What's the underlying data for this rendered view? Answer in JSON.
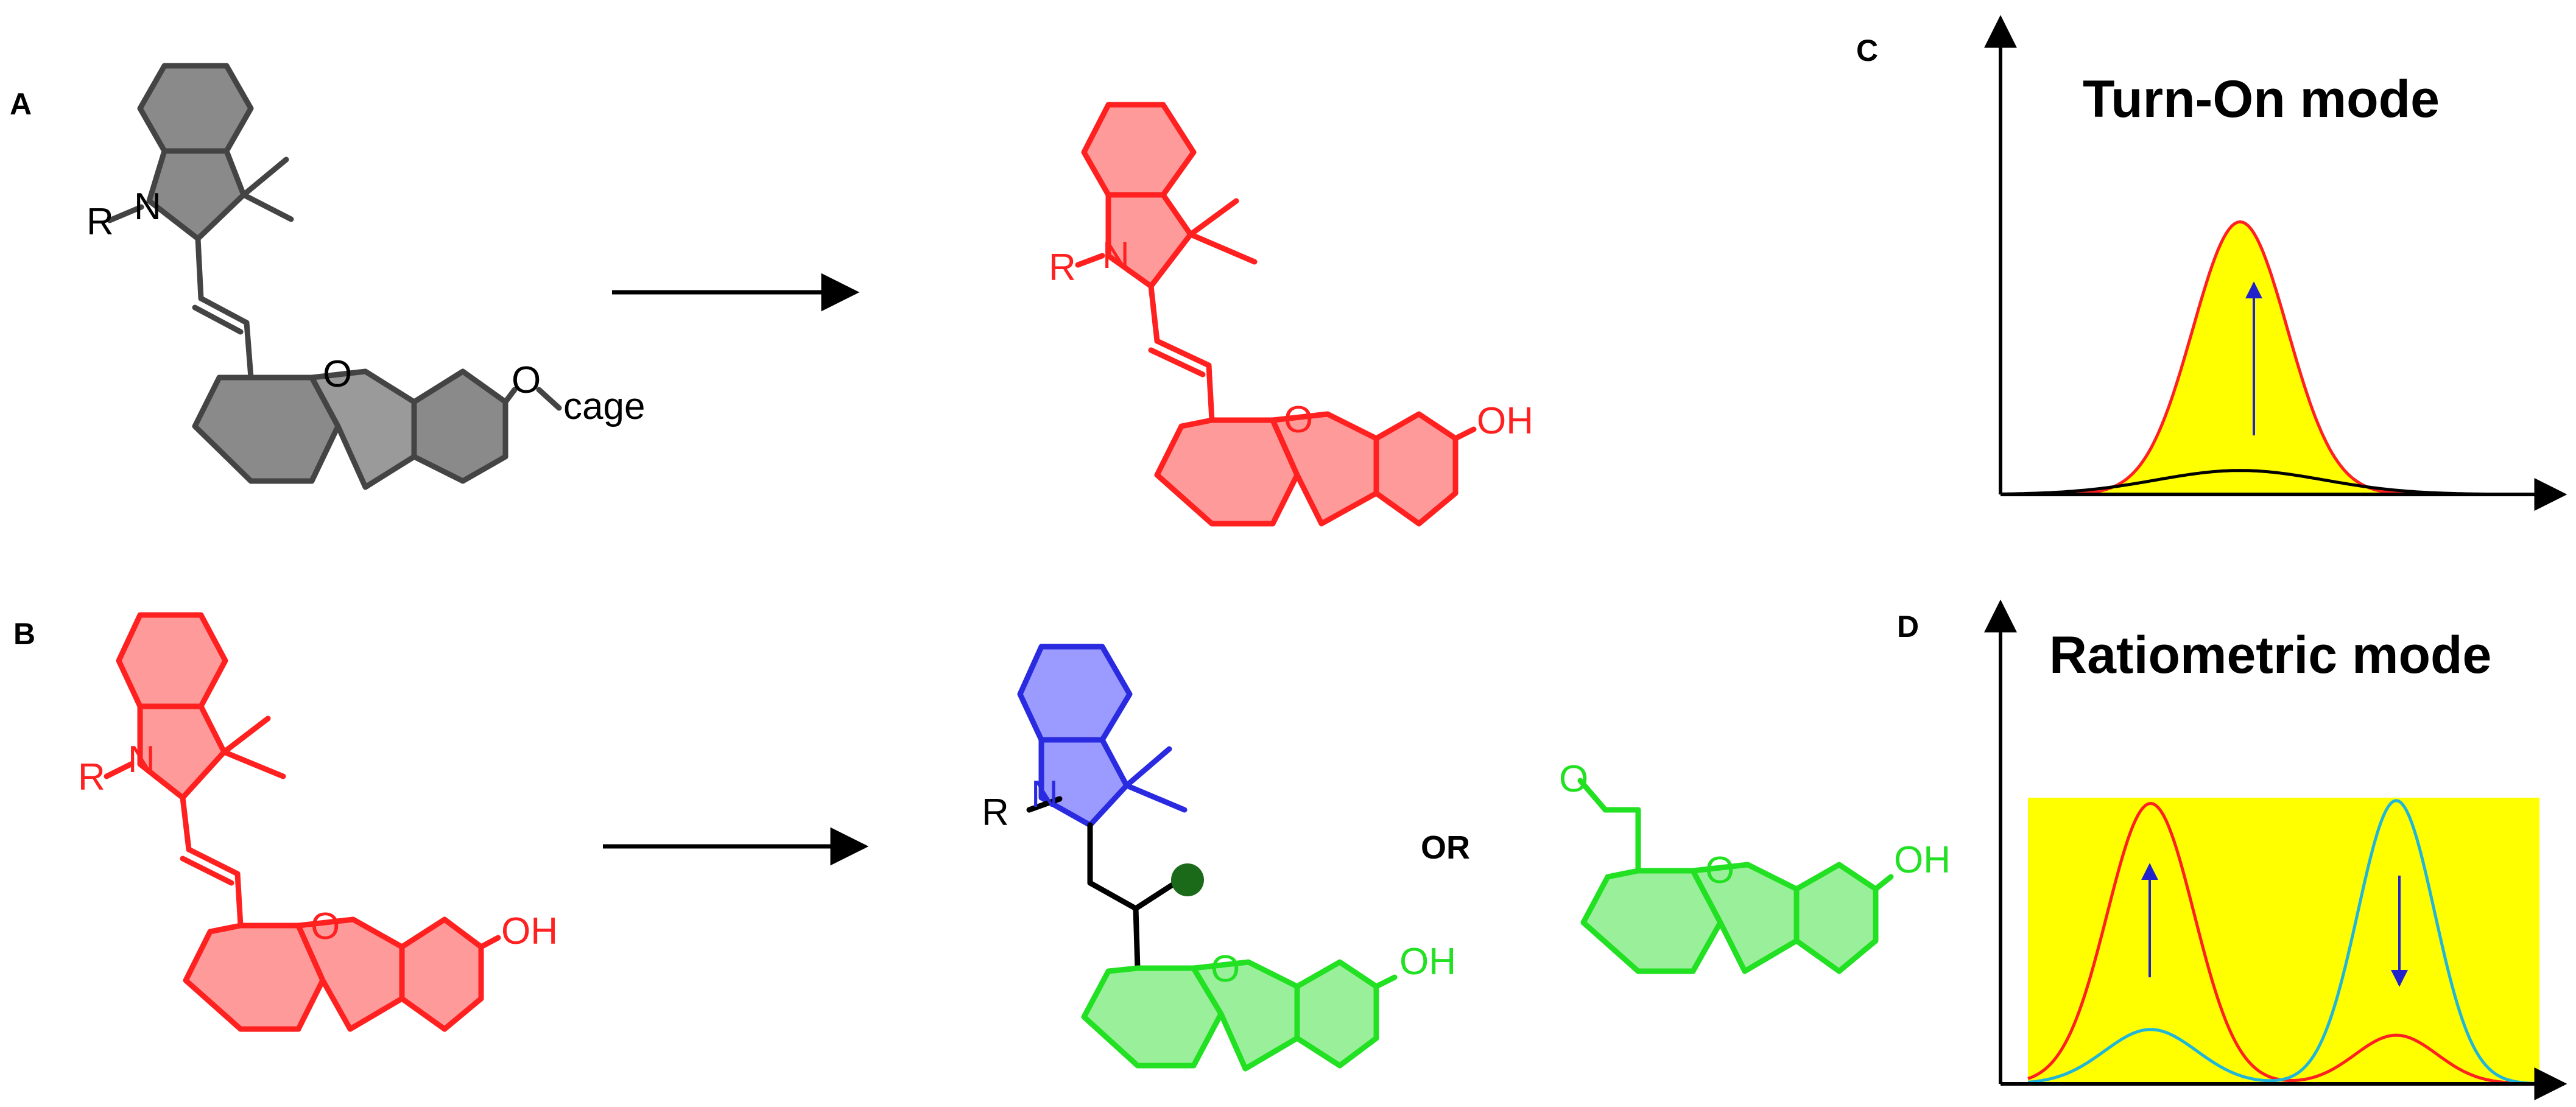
{
  "colors": {
    "gray": "#444444",
    "red": "#ff2020",
    "blue": "#2a2ae0",
    "green": "#22e022",
    "dark_green": "#1a6a1a",
    "black": "#000000",
    "yellow": "#ffff00",
    "cyan": "#21b5d8",
    "arrow_blue": "#2222cc"
  },
  "icons": {
    "reaction_arrow": "right-arrow",
    "signal_up": "up-arrow",
    "signal_down": "down-arrow",
    "grafted_group": "filled-circle"
  },
  "panels": {
    "A": {
      "letter": "A",
      "substituent_R": "R",
      "nitrogen": "N",
      "ring_oxygen": "O",
      "ether_oxygen": "O",
      "cage_label": "cage",
      "product_R": "R",
      "product_N": "N",
      "product_ring_O": "O",
      "product_OH": "OH"
    },
    "B": {
      "letter": "B",
      "reactant_R": "R",
      "reactant_N": "N",
      "reactant_ring_O": "O",
      "reactant_OH": "OH",
      "product_R": "R",
      "product_N": "N",
      "product_ring_O": "O",
      "product_OH": "OH",
      "or_label": "OR",
      "aldehyde_O": "O",
      "aldehyde_ring_O": "O",
      "aldehyde_OH": "OH"
    },
    "C": {
      "letter": "C",
      "title": "Turn-On mode"
    },
    "D": {
      "letter": "D",
      "title": "Ratiometric mode"
    }
  },
  "chart_data": [
    {
      "type": "line",
      "panel": "C",
      "title": "Turn-On mode",
      "xlabel": "",
      "ylabel": "",
      "fill": "yellow under red curve",
      "series": [
        {
          "color": "red",
          "shape": "gaussian",
          "peak_x": 0.43,
          "peak_y": 0.91,
          "width": 0.085
        },
        {
          "color": "black",
          "shape": "gaussian",
          "peak_x": 0.43,
          "peak_y": 0.08,
          "width": 0.15
        }
      ],
      "annotation": "arrow up at peak"
    },
    {
      "type": "line",
      "panel": "D",
      "title": "Ratiometric mode",
      "xlabel": "",
      "ylabel": "",
      "fill": "yellow rectangle background",
      "series": [
        {
          "color": "red",
          "peaks": [
            {
              "x": 0.24,
              "y": 0.98,
              "w": 0.085
            },
            {
              "x": 0.72,
              "y": 0.17,
              "w": 0.08
            }
          ]
        },
        {
          "color": "cyan",
          "peaks": [
            {
              "x": 0.24,
              "y": 0.19,
              "w": 0.09
            },
            {
              "x": 0.72,
              "y": 0.99,
              "w": 0.075
            }
          ]
        }
      ],
      "annotations": [
        "arrow up under first peak",
        "arrow down under second peak"
      ]
    }
  ]
}
